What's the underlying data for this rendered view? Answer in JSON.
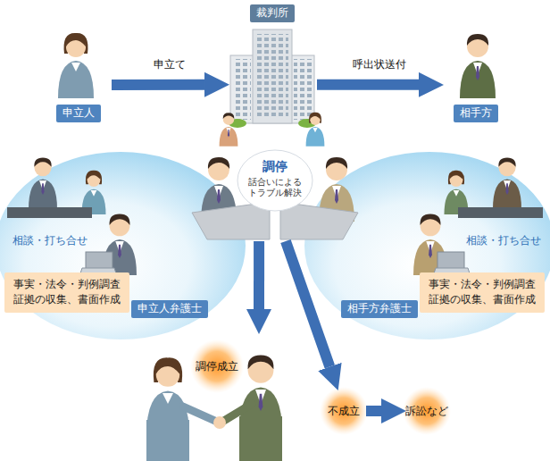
{
  "diagram": {
    "nodes": [
      {
        "text": [
          "裁判所"
        ]
      },
      {
        "text": [
          "申立人"
        ]
      },
      {
        "text": [
          "相手方"
        ]
      },
      {
        "text": [
          "調停",
          "話合いによる トラブル解決"
        ]
      },
      {
        "text": [
          "申立人弁護士"
        ]
      },
      {
        "text": [
          "事実・法令・判例調査 証拠の収集、書面作成"
        ]
      },
      {
        "text": [
          "相手方弁護士"
        ]
      },
      {
        "text": [
          "事実・法令・判例調査 証拠の収集、書面作成"
        ]
      },
      {
        "text": [
          "調停成立"
        ]
      },
      {
        "text": [
          "不成立"
        ]
      },
      {
        "text": [
          "訴訟など"
        ]
      }
    ],
    "edges": [
      {
        "from": 1,
        "to": 0,
        "label": "申立て",
        "arrow": "to"
      },
      {
        "from": 0,
        "to": 2,
        "label": "呼出状送付",
        "arrow": "to"
      },
      {
        "from": 3,
        "to": 8,
        "arrow": "to"
      },
      {
        "from": 3,
        "to": 9,
        "arrow": "to"
      },
      {
        "from": 9,
        "to": 10,
        "arrow": "to"
      }
    ],
    "labels": [
      "相談・打ち合せ",
      "相談・打ち合せ"
    ]
  }
}
